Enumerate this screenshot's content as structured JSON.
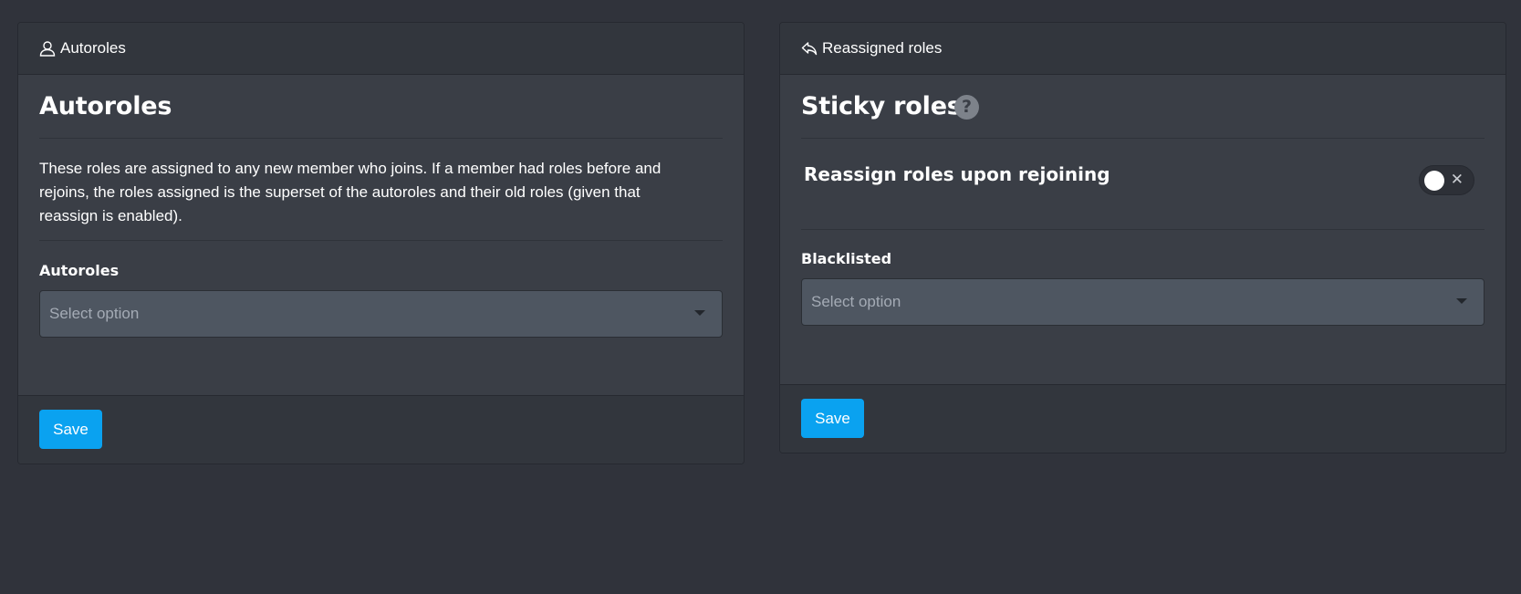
{
  "left_card": {
    "header_icon": "user-icon",
    "header_title": "Autoroles",
    "title": "Autoroles",
    "description": "These roles are assigned to any new member who joins. If a member had roles before and rejoins, the roles assigned is the superset of the autoroles and their old roles (given that reassign is enabled).",
    "field_label": "Autoroles",
    "select_placeholder": "Select option",
    "save_label": "Save"
  },
  "right_card": {
    "header_icon": "reply-arrow-icon",
    "header_title": "Reassigned roles",
    "title": "Sticky roles",
    "help_icon": "question-circle-icon",
    "help_glyph": "?",
    "toggle_label": "Reassign roles upon rejoining",
    "toggle_state": "off",
    "toggle_off_glyph": "✕",
    "field_label": "Blacklisted",
    "select_placeholder": "Select option",
    "save_label": "Save"
  },
  "colors": {
    "page_background": "#30333b",
    "card_background": "#3a3e46",
    "card_header_background": "#32363d",
    "select_background": "#4e5661",
    "accent": "#0aa2f0",
    "text": "#ffffff",
    "placeholder": "#a4abb5"
  }
}
